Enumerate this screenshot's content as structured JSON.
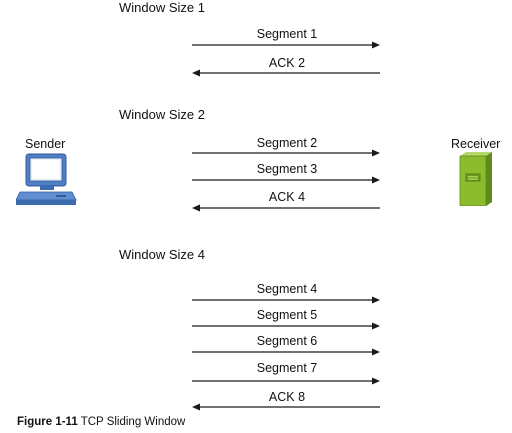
{
  "groups": [
    {
      "label": "Window Size 1",
      "messages": [
        {
          "label": "Segment 1",
          "direction": "right"
        },
        {
          "label": "ACK 2",
          "direction": "left"
        }
      ]
    },
    {
      "label": "Window Size 2",
      "messages": [
        {
          "label": "Segment 2",
          "direction": "right"
        },
        {
          "label": "Segment 3",
          "direction": "right"
        },
        {
          "label": "ACK 4",
          "direction": "left"
        }
      ]
    },
    {
      "label": "Window Size 4",
      "messages": [
        {
          "label": "Segment 4",
          "direction": "right"
        },
        {
          "label": "Segment 5",
          "direction": "right"
        },
        {
          "label": "Segment 6",
          "direction": "right"
        },
        {
          "label": "Segment 7",
          "direction": "right"
        },
        {
          "label": "ACK 8",
          "direction": "left"
        }
      ]
    }
  ],
  "sender": {
    "label": "Sender",
    "icon": "computer-icon"
  },
  "receiver": {
    "label": "Receiver",
    "icon": "server-icon"
  },
  "caption": {
    "number": "Figure 1-11",
    "text": "TCP Sliding Window"
  },
  "colors": {
    "arrow": "#1a1a1a",
    "computer_blue": "#4f7fc4",
    "server_green": "#8cbb2e"
  }
}
